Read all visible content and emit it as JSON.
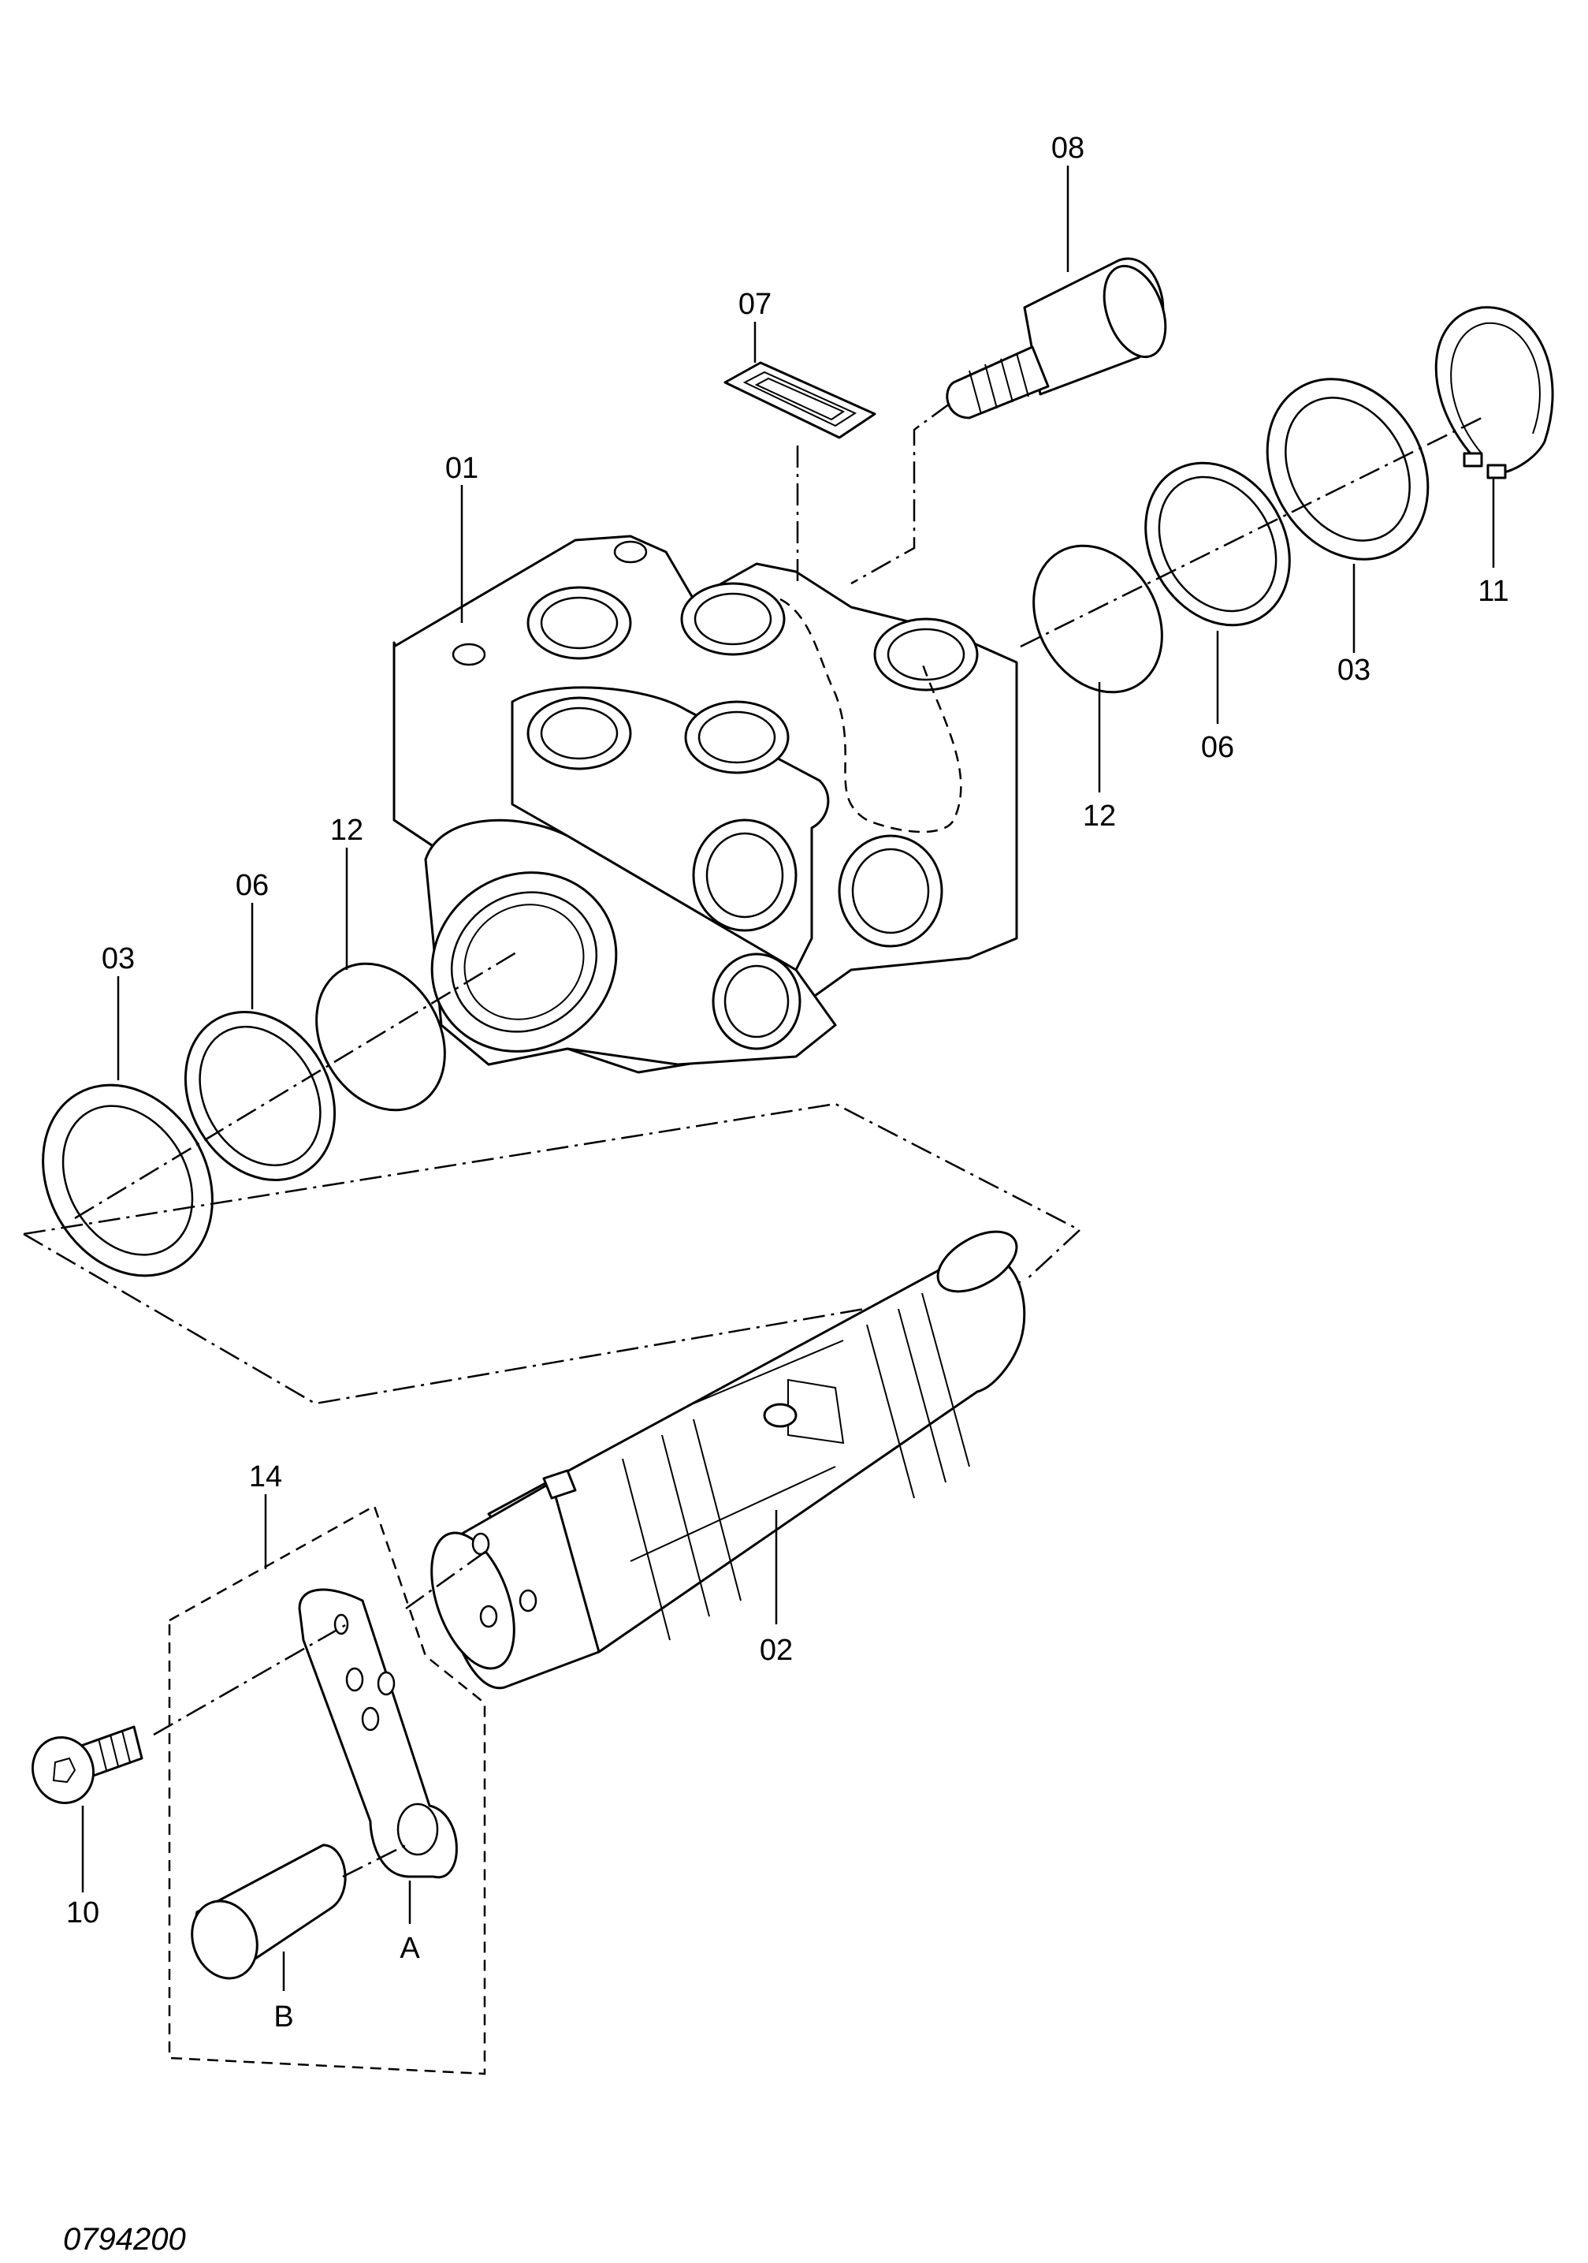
{
  "callouts": {
    "p01": "01",
    "p02": "02",
    "p03_left": "03",
    "p03_right": "03",
    "p06_left": "06",
    "p06_right": "06",
    "p07": "07",
    "p08": "08",
    "p10": "10",
    "p11": "11",
    "p12_left": "12",
    "p12_right": "12",
    "p14": "14",
    "pA": "A",
    "pB": "B"
  },
  "drawing_number": "0794200"
}
